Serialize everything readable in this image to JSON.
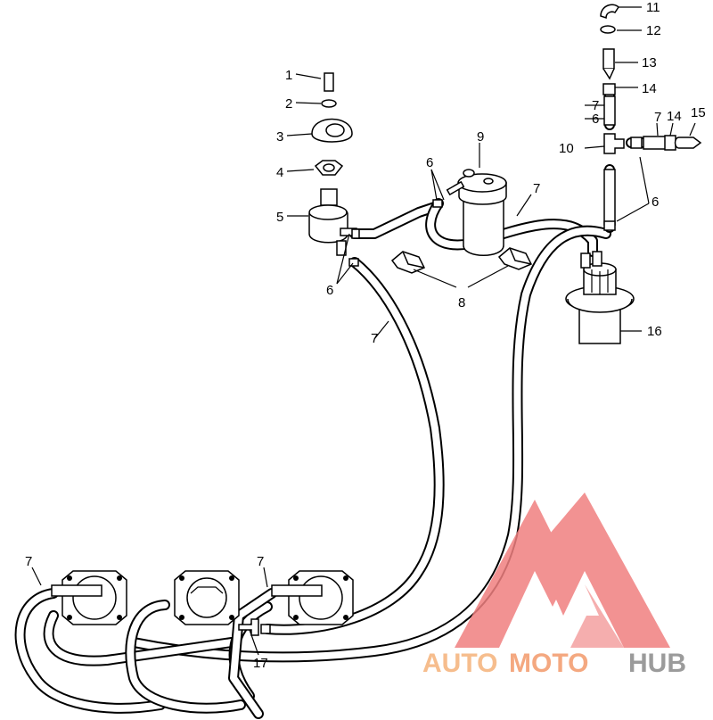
{
  "diagram": {
    "callouts": {
      "c1": "1",
      "c2": "2",
      "c3": "3",
      "c4": "4",
      "c5": "5",
      "c6a": "6",
      "c6b": "6",
      "c6c": "6",
      "c6d": "6",
      "c7a": "7",
      "c7b": "7",
      "c7c": "7",
      "c7d": "7",
      "c7e": "7",
      "c7f": "7",
      "c8": "8",
      "c9": "9",
      "c10": "10",
      "c11": "11",
      "c12": "12",
      "c13": "13",
      "c14a": "14",
      "c14b": "14",
      "c15": "15",
      "c16": "16",
      "c17": "17"
    }
  },
  "watermark": {
    "text_a": "AUTO",
    "text_b": "MOTO",
    "text_c": "HUB",
    "color_a": "#f5b27a",
    "color_b": "#f39a6a",
    "color_c": "#8a8a8a",
    "logo_color": "#f08080"
  }
}
